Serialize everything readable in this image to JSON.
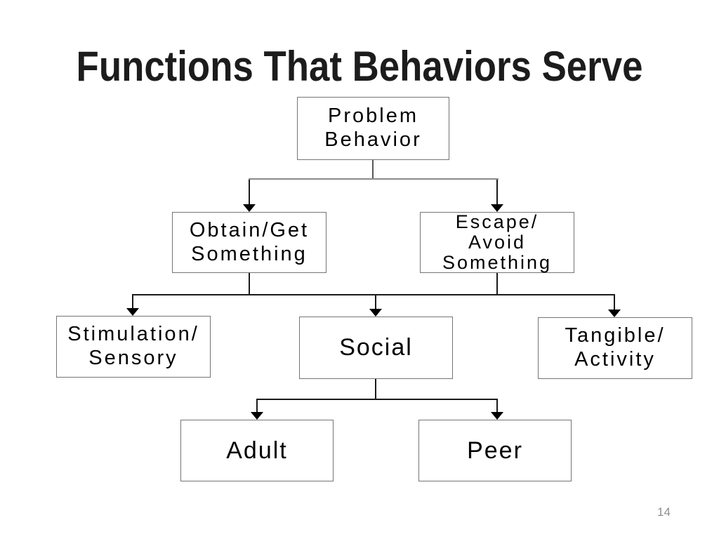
{
  "slide": {
    "title": "Functions That Behaviors Serve",
    "page_number": "14"
  },
  "diagram": {
    "nodes": [
      {
        "id": "problem-behavior",
        "label": "Problem\nBehavior"
      },
      {
        "id": "obtain-get-something",
        "label": "Obtain/Get\nSomething"
      },
      {
        "id": "escape-avoid-something",
        "label": "Escape/\nAvoid\nSomething"
      },
      {
        "id": "stimulation-sensory",
        "label": "Stimulation/\nSensory"
      },
      {
        "id": "social",
        "label": "Social"
      },
      {
        "id": "tangible-activity",
        "label": "Tangible/\nActivity"
      },
      {
        "id": "adult",
        "label": "Adult"
      },
      {
        "id": "peer",
        "label": "Peer"
      }
    ],
    "edges": [
      {
        "from": "problem-behavior",
        "to": "obtain-get-something"
      },
      {
        "from": "problem-behavior",
        "to": "escape-avoid-something"
      },
      {
        "from": "obtain-get-something",
        "to": "stimulation-sensory"
      },
      {
        "from": "obtain-get-something",
        "to": "social"
      },
      {
        "from": "escape-avoid-something",
        "to": "tangible-activity"
      },
      {
        "from": "social",
        "to": "adult"
      },
      {
        "from": "social",
        "to": "peer"
      }
    ]
  },
  "colors": {
    "background": "#ffffff",
    "title_text": "#1c1c1c",
    "box_border": "#757575",
    "box_text": "#000000",
    "connector": "#1a1a1a",
    "connector_top": "#8a8a8a",
    "connector_top_drop": "#595959",
    "arrow": "#000000",
    "page_number": "#8f8f8f"
  }
}
